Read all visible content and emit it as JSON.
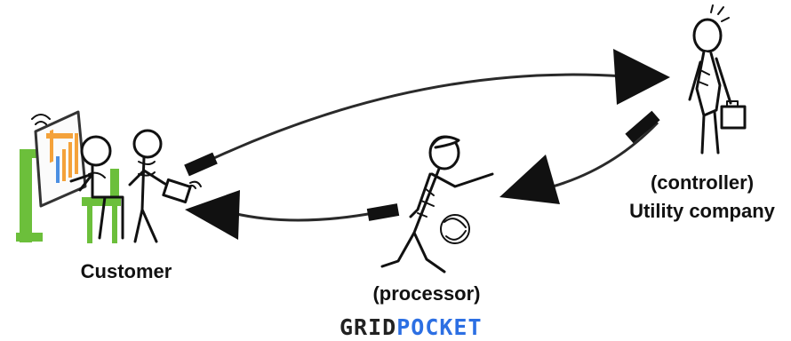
{
  "labels": {
    "customer": "Customer",
    "processor": "(processor)",
    "controller_role": "(controller)",
    "controller_name": "Utility company"
  },
  "logo": {
    "part1": "GRID",
    "part2": "POCKET",
    "colors": {
      "part1": "#222222",
      "part2": "#2c6fe3"
    }
  },
  "colors": {
    "stroke": "#111111",
    "desk_green": "#6cbf3b",
    "screen_bars": "#f4a23a"
  },
  "flows": [
    {
      "from": "customer",
      "to": "controller",
      "style": "dashed-arrow"
    },
    {
      "from": "controller",
      "to": "processor",
      "style": "dashed-arrow"
    },
    {
      "from": "processor",
      "to": "customer",
      "style": "dashed-arrow"
    }
  ]
}
